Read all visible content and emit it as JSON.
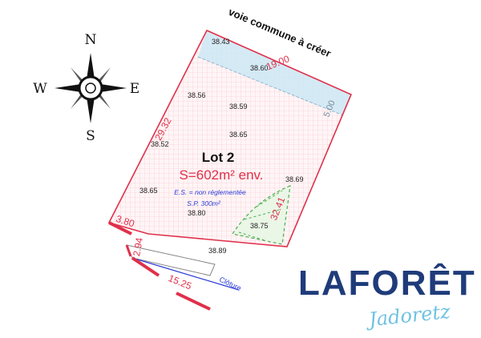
{
  "compass": {
    "north": "N",
    "south": "S",
    "east": "E",
    "west": "W"
  },
  "road_label": "voie commune à créer",
  "lot": {
    "name": "Lot 2",
    "area": "S=602m² env.",
    "es_note": "E.S. = non réglementée",
    "sp_note": "S.P. 300m²"
  },
  "dimensions": {
    "top": "19.00",
    "left": "29.32",
    "right": "32.41",
    "strip": "5.00",
    "bottom_left": "3.80",
    "bottom_jog": "2.94",
    "bottom": "15.25"
  },
  "elevations": [
    "38.43",
    "38.60",
    "38.56",
    "38.59",
    "38.52",
    "38.65",
    "38.65",
    "38.69",
    "38.80",
    "38.75",
    "38.89"
  ],
  "cloture_label": "Clôture",
  "logo": {
    "main": "LAFORÊT",
    "sub": "Jadoretz"
  },
  "colors": {
    "boundary": "#e0304a",
    "strip": "#cfe9f5",
    "zone": "#4caf50",
    "logo_main": "#1f3b7a",
    "logo_sub": "#6fc2e2"
  }
}
